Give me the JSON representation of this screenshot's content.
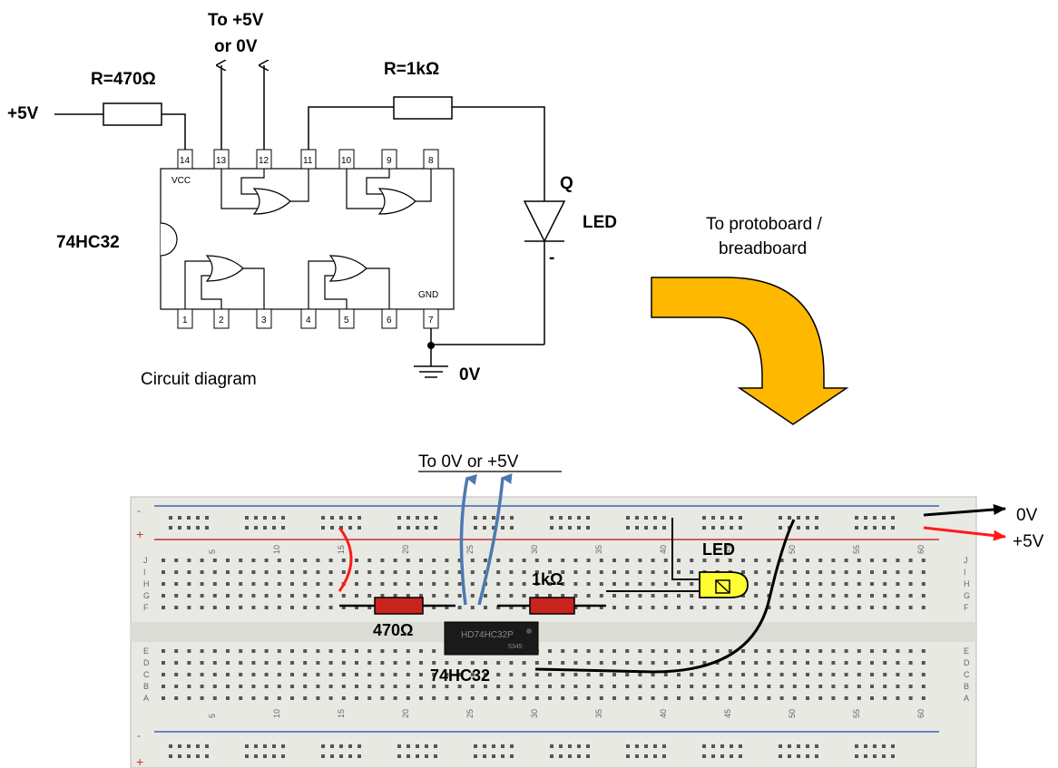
{
  "schematic": {
    "chip_name": "74HC32",
    "vcc_label": "VCC",
    "gnd_label": "GND",
    "top_pins": [
      "14",
      "13",
      "12",
      "11",
      "10",
      "9",
      "8"
    ],
    "bottom_pins": [
      "1",
      "2",
      "3",
      "4",
      "5",
      "6",
      "7"
    ],
    "supply_label": "+5V",
    "resistor_left_label": "R=470Ω",
    "resistor_right_label": "R=1kΩ",
    "inputs_label_line1": "To +5V",
    "inputs_label_line2": "or 0V",
    "q_label": "Q",
    "led_label": "LED",
    "minus_label": "-",
    "ground_label": "0V",
    "caption": "Circuit diagram"
  },
  "arrow": {
    "label_line1": "To protoboard /",
    "label_line2": "breadboard",
    "color": "#FFB800"
  },
  "breadboard": {
    "inputs_label": "To 0V or +5V",
    "resistor_left_label": "470Ω",
    "resistor_right_label": "1kΩ",
    "chip_label": "74HC32",
    "chip_print_line1": "HD74HC32P",
    "chip_print_line2": "5345",
    "led_label": "LED",
    "rail_0v_label": "0V",
    "rail_5v_label": "+5V",
    "column_numbers": [
      "5",
      "10",
      "15",
      "20",
      "25",
      "30",
      "35",
      "40",
      "45",
      "50",
      "55",
      "60"
    ],
    "row_letters_top": [
      "J",
      "I",
      "H",
      "G",
      "F"
    ],
    "row_letters_bottom": [
      "E",
      "D",
      "C",
      "B",
      "A"
    ],
    "rail_minus": "-",
    "rail_plus": "+",
    "colors": {
      "body": "#e9e9e4",
      "rail_blue": "#3566b0",
      "rail_red": "#c43030",
      "wire_red": "#ff1a1a",
      "wire_blue": "#4d79b0",
      "wire_black": "#000000",
      "resistor_body": "#c8231f",
      "led_body": "#ffff33"
    }
  }
}
